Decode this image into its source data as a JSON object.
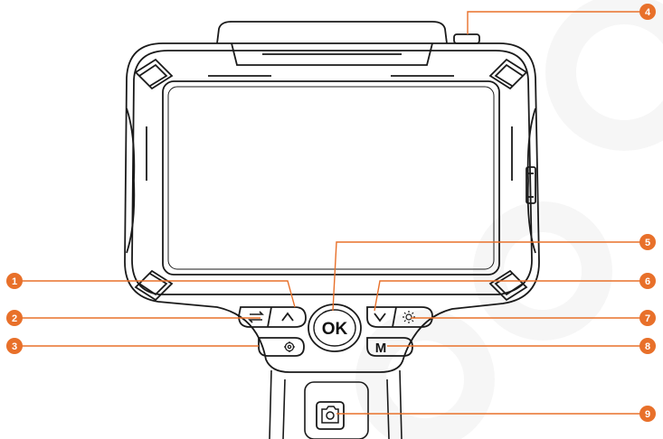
{
  "colors": {
    "accent": "#e8702a",
    "outline": "#1a1a1a",
    "background": "#ffffff"
  },
  "device": {
    "ok_label": "OK",
    "menu_label": "M",
    "switch_icon": "swap-arrows-icon",
    "up_icon": "chevron-up-icon",
    "down_icon": "chevron-down-icon",
    "brightness_icon": "sun-icon",
    "settings_icon": "gear-icon",
    "camera_icon": "camera-icon"
  },
  "callouts": [
    {
      "number": "1"
    },
    {
      "number": "2"
    },
    {
      "number": "3"
    },
    {
      "number": "4"
    },
    {
      "number": "5"
    },
    {
      "number": "6"
    },
    {
      "number": "7"
    },
    {
      "number": "8"
    },
    {
      "number": "9"
    }
  ]
}
